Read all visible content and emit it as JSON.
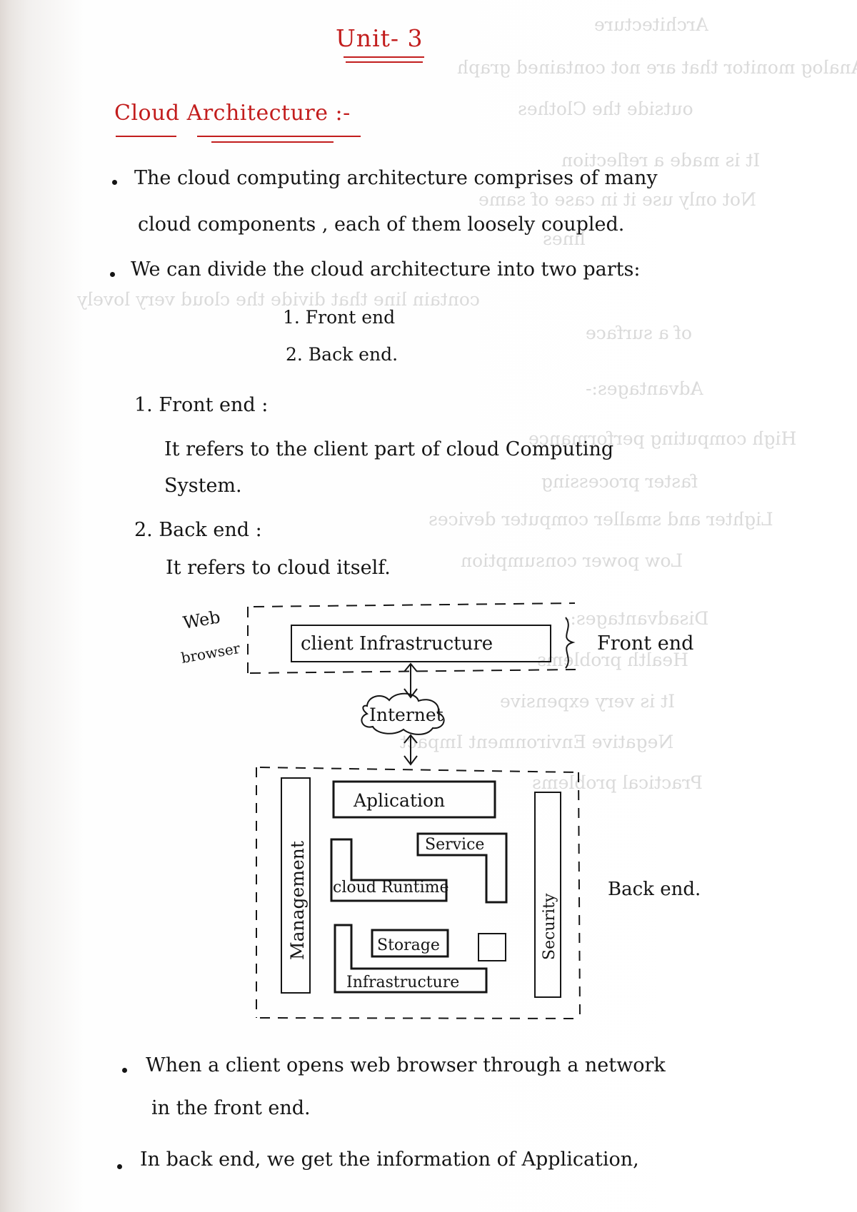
{
  "page": {
    "title": "Unit- 3",
    "heading": "Cloud Architecture :-"
  },
  "intro": {
    "bullet1_line1": "The cloud computing architecture comprises of many",
    "bullet1_line2": "cloud components , each of them loosely coupled.",
    "bullet2_line1": "We can divide the cloud architecture into two parts:",
    "parts": [
      "1. Front end",
      "2. Back end."
    ]
  },
  "front_end": {
    "heading": "1. Front end :",
    "line1": "It refers to the client part of cloud Computing",
    "line2": "System."
  },
  "back_end": {
    "heading": "2. Back end :",
    "line1": "It refers to cloud itself."
  },
  "diagram": {
    "web_browser_label_1": "Web",
    "web_browser_label_2": "browser",
    "client_infrastructure": "client Infrastructure",
    "front_end_label": "Front end",
    "internet": "Internet",
    "application": "Aplication",
    "service": "Service",
    "cloud_runtime": "cloud Runtime",
    "storage": "Storage",
    "infrastructure": "Infrastructure",
    "management": "Management",
    "security": "Security",
    "back_end_label": "Back end."
  },
  "bottom": {
    "bullet1_line1": "When a client opens web browser through a network",
    "bullet1_line2": "in the front end.",
    "bullet2_line1": "In back end, we get the information of Application,"
  },
  "show_through": {
    "line1": "Architecture",
    "line2": "Analog monitor that are not contained graph",
    "line3": "outside the Clothes",
    "line4": "It is made a reflection",
    "line5": "Not only use it in case of same",
    "line6": "lines",
    "line7": "contain line that divide the cloud very lovely",
    "line8": "of a surface",
    "line9": "Advantages:-",
    "line10": "High computing performance",
    "line11": "faster processing",
    "line12": "Lighter and smaller computer devices",
    "line13": "Low power consumption",
    "line14": "Disadvantages:-",
    "line15": "Health problems",
    "line16": "It is very expensive",
    "line17": "Negative Environment Impact",
    "line18": "Practical problems"
  },
  "colors": {
    "heading_red": "#c21d1d",
    "ink_black": "#151515",
    "show_through_gray": "#bdbdbd"
  }
}
